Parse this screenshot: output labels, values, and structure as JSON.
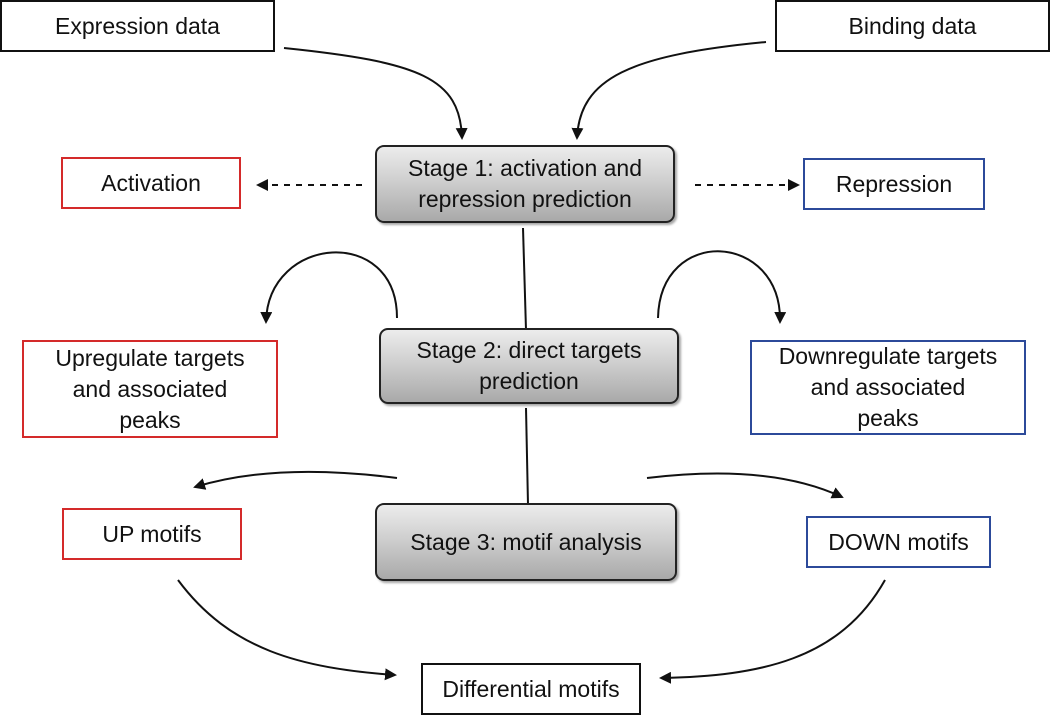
{
  "inputs": {
    "expression": "Expression data",
    "binding": "Binding data"
  },
  "stages": {
    "stage1_line1": "Stage 1: activation and",
    "stage1_line2": "repression prediction",
    "stage2_line1": "Stage 2: direct targets",
    "stage2_line2": "prediction",
    "stage3": "Stage 3: motif analysis"
  },
  "outcomes": {
    "activation": "Activation",
    "repression": "Repression",
    "up_targets_line1": "Upregulate targets",
    "up_targets_line2": "and associated",
    "up_targets_line3": "peaks",
    "down_targets_line1": "Downregulate targets",
    "down_targets_line2": "and associated",
    "down_targets_line3": "peaks",
    "up_motifs": "UP motifs",
    "down_motifs": "DOWN motifs",
    "differential_motifs": "Differential motifs"
  },
  "colors": {
    "activation_border": "#d42a2a",
    "repression_border": "#2c4a9a",
    "input_border": "#111111"
  }
}
